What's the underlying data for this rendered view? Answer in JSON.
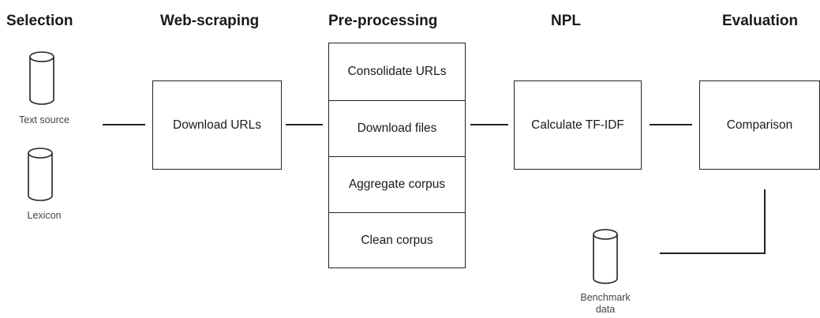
{
  "headings": {
    "selection": "Selection",
    "web_scraping": "Web-scraping",
    "pre_processing": "Pre-processing",
    "npl": "NPL",
    "evaluation": "Evaluation"
  },
  "sources": {
    "text_source": "Text source",
    "lexicon": "Lexicon",
    "benchmark": "Benchmark data"
  },
  "web_scraping": {
    "download_urls": "Download URLs"
  },
  "pre_processing": {
    "steps": [
      "Consolidate URLs",
      "Download files",
      "Aggregate corpus",
      "Clean corpus"
    ]
  },
  "npl": {
    "calculate": "Calculate TF-IDF"
  },
  "evaluation": {
    "comparison": "Comparison"
  },
  "icons": {
    "database": "database-cylinder-icon"
  }
}
